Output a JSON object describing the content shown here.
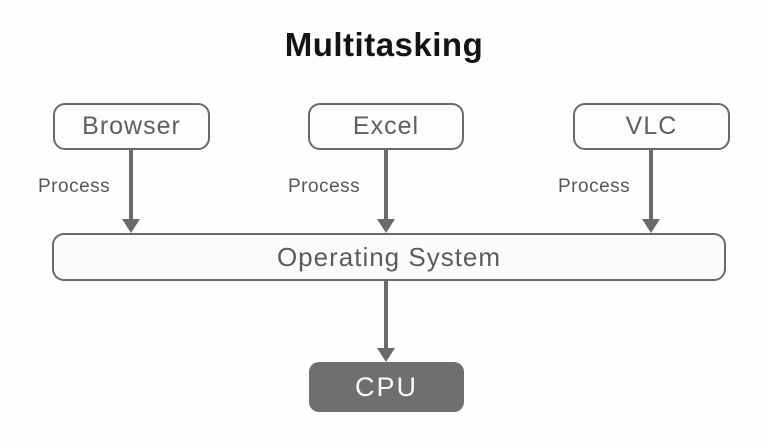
{
  "diagram": {
    "title": "Multitasking",
    "apps": [
      {
        "label": "Browser"
      },
      {
        "label": "Excel"
      },
      {
        "label": "VLC"
      }
    ],
    "process_label": "Process",
    "os_label": "Operating System",
    "cpu_label": "CPU",
    "colors": {
      "background": "#fdfdfd",
      "node_border": "#6a6a6a",
      "node_text": "#5f5f5f",
      "arrow": "#6a6a6a",
      "cpu_fill": "#6f6f6f",
      "cpu_text": "#fafafa",
      "title_text": "#141414"
    }
  }
}
